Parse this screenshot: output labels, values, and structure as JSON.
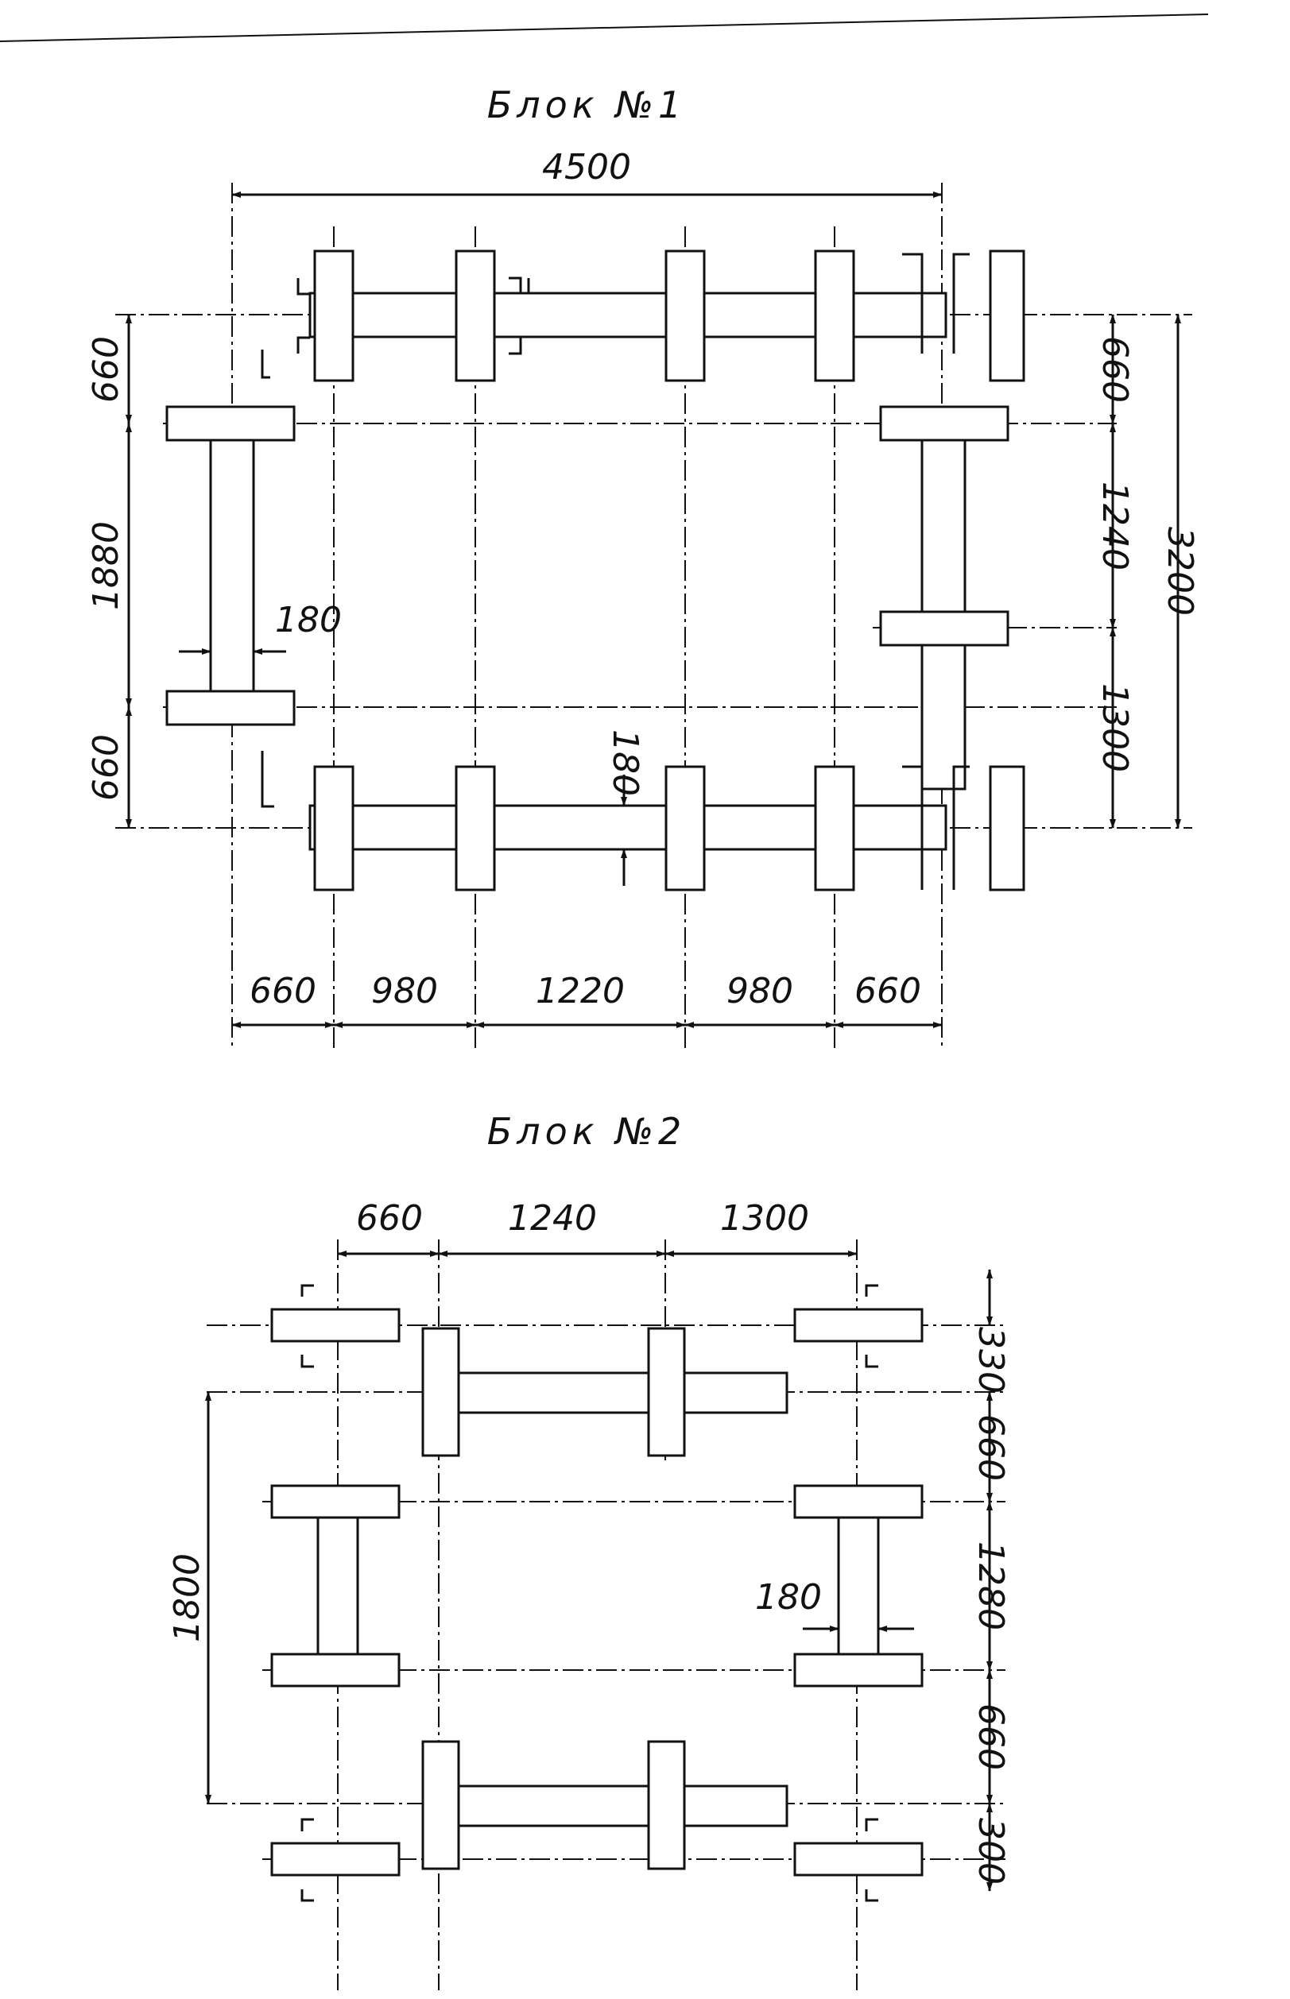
{
  "block1": {
    "title": "Блок №1",
    "dims": {
      "overall_width": "4500",
      "bottom": [
        "660",
        "980",
        "1220",
        "980",
        "660"
      ],
      "left": [
        "660",
        "1880",
        "660"
      ],
      "right": [
        "660",
        "1240",
        "1300"
      ],
      "overall_height": "3200",
      "beam_width_left": "180",
      "beam_width_bottom": "180"
    }
  },
  "block2": {
    "title": "Блок №2",
    "dims": {
      "top": [
        "660",
        "1240",
        "1300"
      ],
      "left_height": "1800",
      "right": [
        "330",
        "660",
        "1280",
        "660",
        "300"
      ],
      "beam_width": "180"
    }
  }
}
